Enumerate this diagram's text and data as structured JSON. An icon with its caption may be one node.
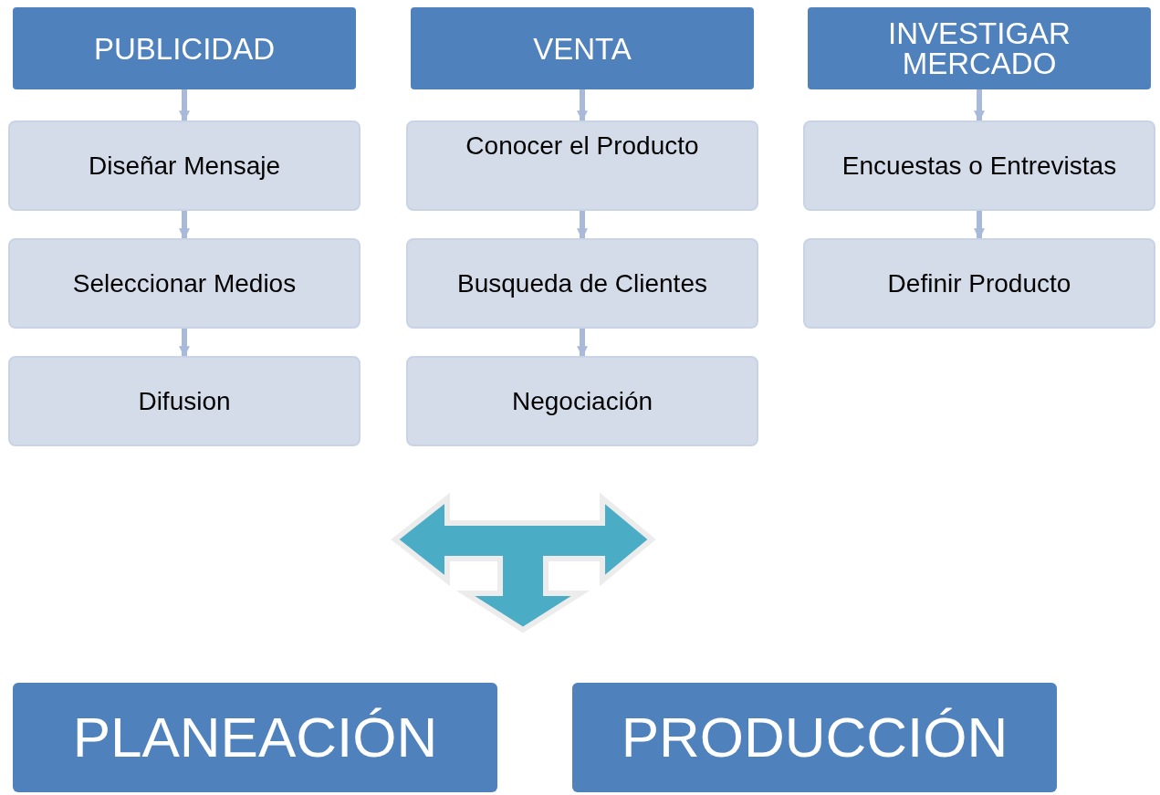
{
  "diagram": {
    "nodes": [
      {
        "text": [
          "PUBLICIDAD"
        ]
      },
      {
        "text": [
          "Diseñar Mensaje"
        ]
      },
      {
        "text": [
          "Seleccionar Medios"
        ]
      },
      {
        "text": [
          "Difusion"
        ]
      },
      {
        "text": [
          "VENTA"
        ]
      },
      {
        "text": [
          "Conocer el Producto"
        ]
      },
      {
        "text": [
          "Busqueda de Clientes"
        ]
      },
      {
        "text": [
          "Negociación"
        ]
      },
      {
        "text": [
          "INVESTIGAR MERCADO"
        ]
      },
      {
        "text": [
          "Encuestas o Entrevistas"
        ]
      },
      {
        "text": [
          "Definir Producto"
        ]
      },
      {
        "text": [
          "PLANEACIÓN"
        ]
      },
      {
        "text": [
          "PRODUCCIÓN"
        ]
      }
    ],
    "edges": [
      {
        "from": 0,
        "to": 1,
        "arrow": "to"
      },
      {
        "from": 1,
        "to": 2,
        "arrow": "to"
      },
      {
        "from": 2,
        "to": 3,
        "arrow": "to"
      },
      {
        "from": 4,
        "to": 5,
        "arrow": "to"
      },
      {
        "from": 5,
        "to": 6,
        "arrow": "to"
      },
      {
        "from": 6,
        "to": 7,
        "arrow": "to"
      },
      {
        "from": 8,
        "to": 9,
        "arrow": "to"
      },
      {
        "from": 9,
        "to": 10,
        "arrow": "to"
      }
    ]
  }
}
